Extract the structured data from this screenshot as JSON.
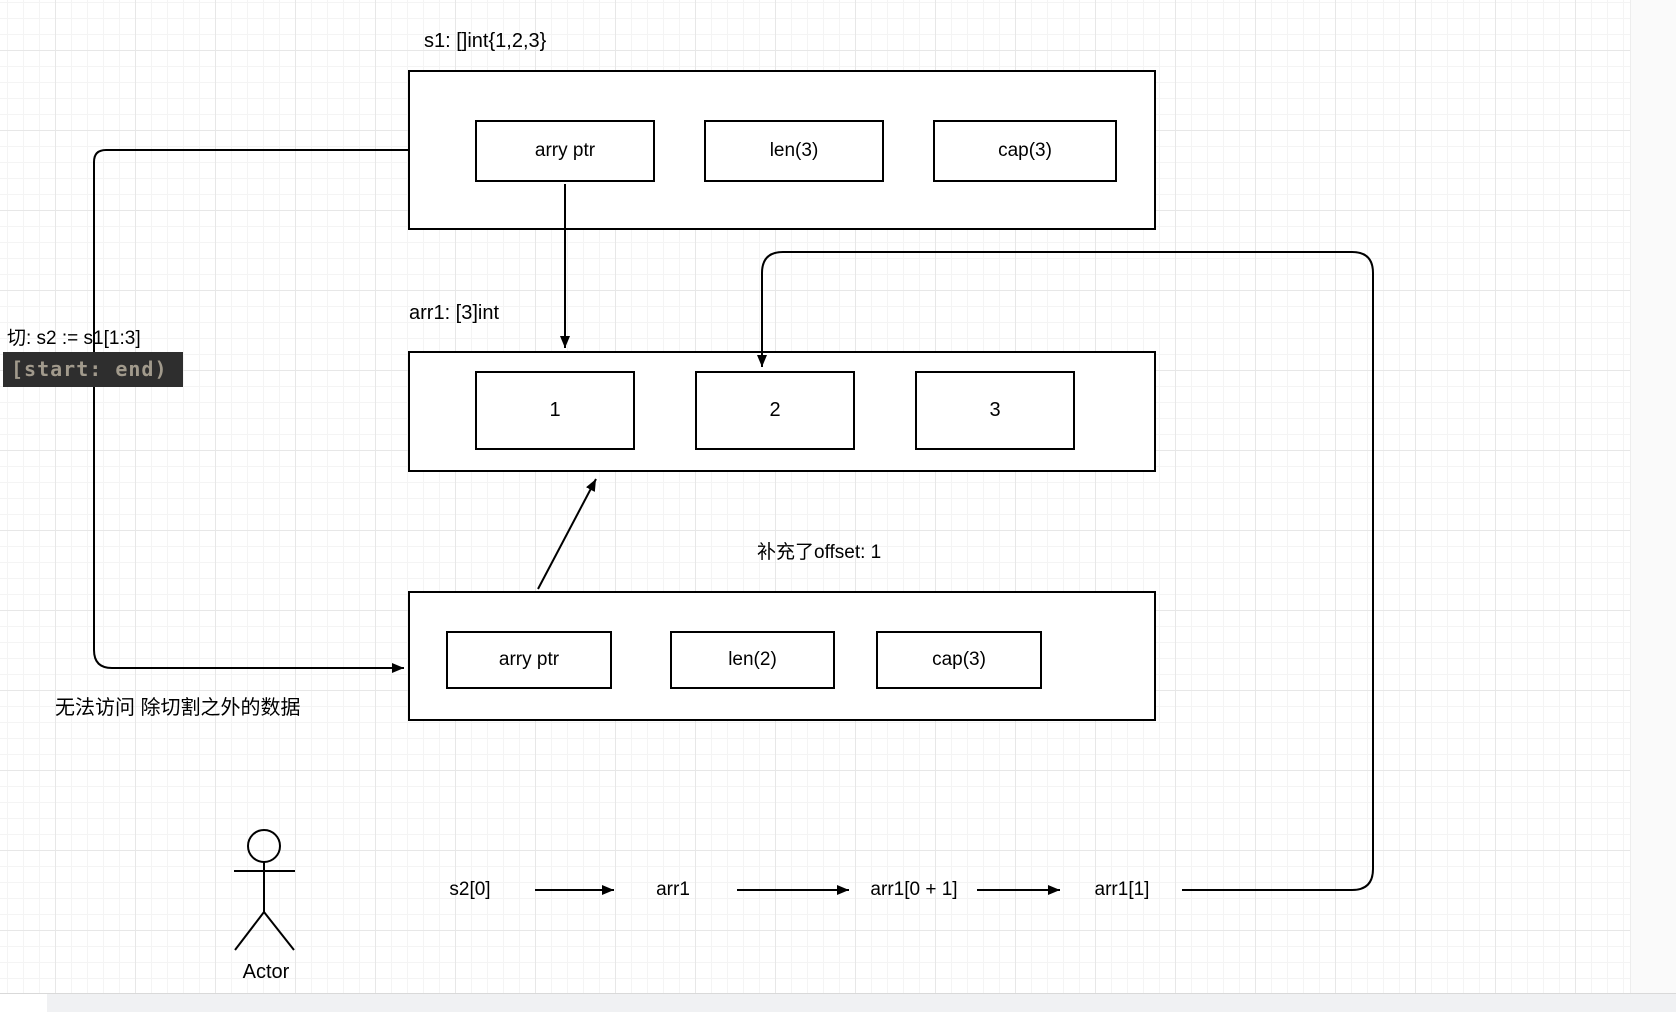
{
  "s1": {
    "title": "s1: []int{1,2,3}",
    "cells": [
      "arry ptr",
      "len(3)",
      "cap(3)"
    ]
  },
  "arr1": {
    "title": "arr1: [3]int",
    "cells": [
      "1",
      "2",
      "3"
    ]
  },
  "s2": {
    "title": "补充了offset: 1",
    "cells": [
      "arry ptr",
      "len(2)",
      "cap(3)"
    ]
  },
  "notes": {
    "slice_expr": "切: s2 := s1[1:3]",
    "range_badge": "[start: end)",
    "badge_bg": "#2e2e2e",
    "badge_fg": "#a19a8c",
    "no_access": "无法访问 除切割之外的数据"
  },
  "actor": {
    "label": "Actor"
  },
  "flow": {
    "steps": [
      "s2[0]",
      "arr1",
      "arr1[0 + 1]",
      "arr1[1]"
    ]
  },
  "colors": {
    "stroke": "#000000",
    "grid_minor": "#f4f4f4",
    "grid_major": "#e7e7e7"
  }
}
